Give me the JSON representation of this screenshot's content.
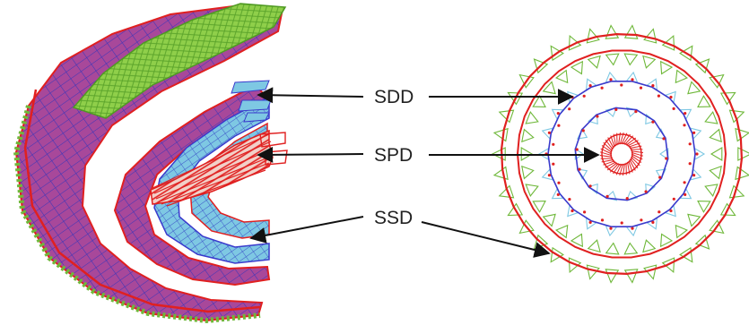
{
  "labels": {
    "sdd": "SDD",
    "spd": "SPD",
    "ssd": "SSD"
  },
  "colors": {
    "ssd_outer": "#6fb83a",
    "ssd_frame": "#e02020",
    "ssd_fill": "#a8489a",
    "sdd_fill": "#7ec8e3",
    "sdd_frame": "#3a3acc",
    "spd": "#e02020",
    "arrow": "#111111"
  }
}
